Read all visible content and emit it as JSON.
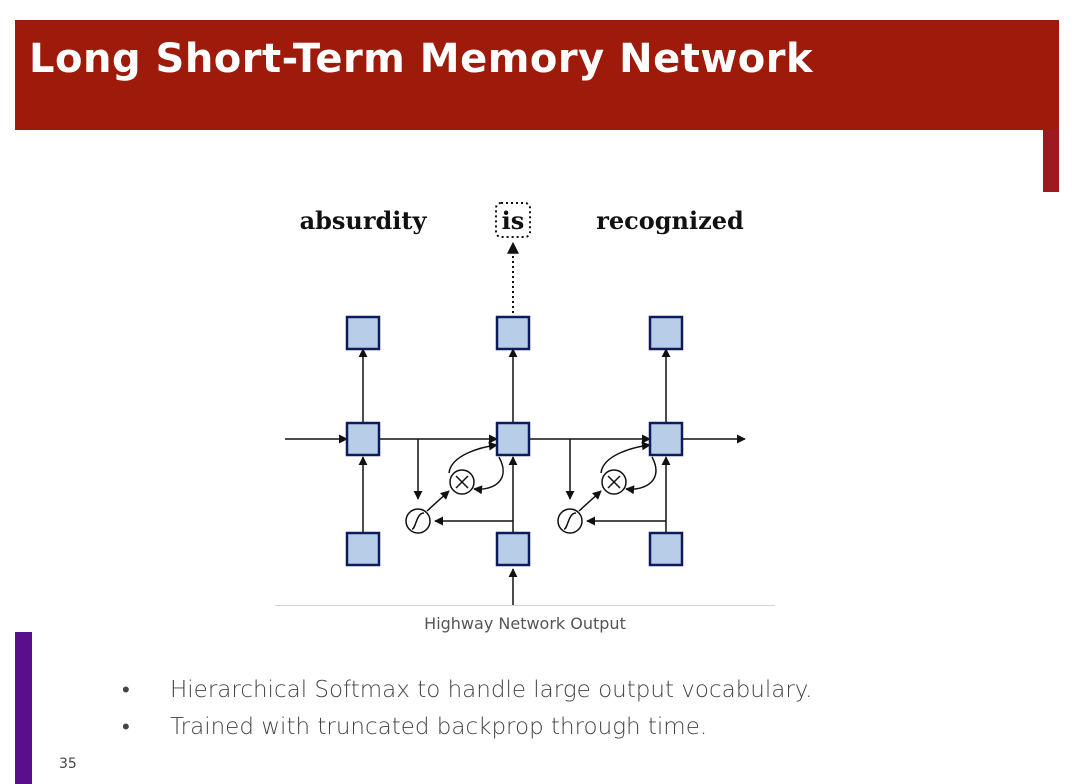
{
  "slide": {
    "title": "Long Short-Term Memory Network",
    "number": "35",
    "accent_red": "#9e1a0b",
    "accent_purple": "#5a0e8c"
  },
  "figure": {
    "words": {
      "left": "absurdity",
      "middle": "is",
      "right": "recognized"
    },
    "caption": "Highway Network Output",
    "node_fill": "#b8cde8",
    "node_stroke": "#0d1a5c"
  },
  "bullets": [
    {
      "text": "Hierarchical Softmax to handle large output vocabulary."
    },
    {
      "text": "Trained with truncated backprop through time."
    }
  ]
}
